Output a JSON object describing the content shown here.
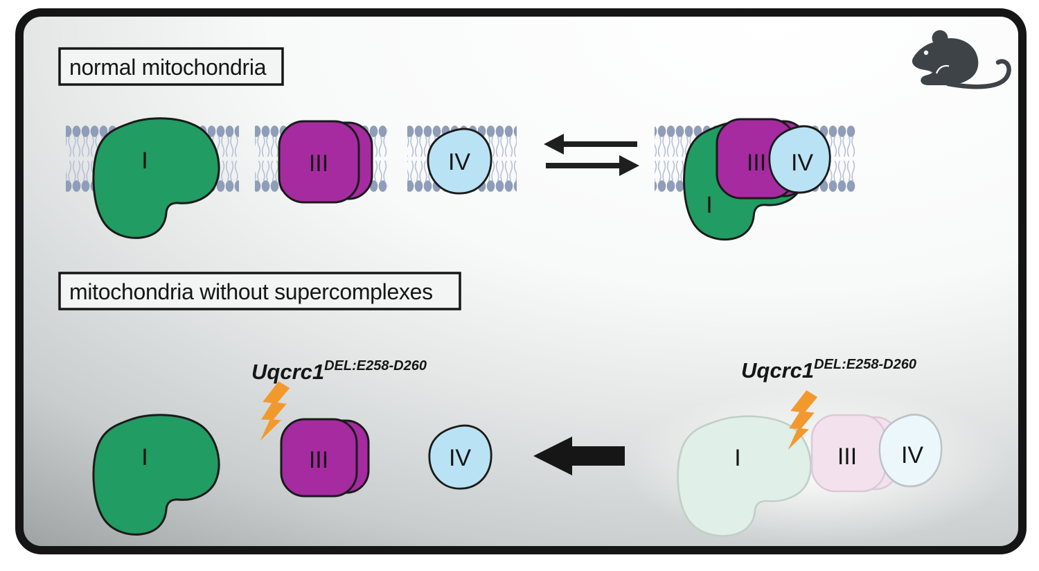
{
  "labels": {
    "panel_normal": "normal mitochondria",
    "panel_mutant": "mitochondria without supercomplexes",
    "complex_i": "I",
    "complex_iii": "III",
    "complex_iv": "IV",
    "mutation_gene": "Uqcrc1",
    "mutation_allele": "DEL:E258-D260"
  },
  "icons": {
    "mouse": "mouse-icon",
    "lightning": "lightning-bolt-icon",
    "equilibrium": "equilibrium-arrows",
    "dissociation": "left-block-arrow"
  },
  "palette": {
    "complex_i": "#219c62",
    "complex_iii": "#a62ba0",
    "complex_iv": "#b9e3f4",
    "complex_i_faded": "#e0efe7",
    "complex_iii_faded": "#f3e2ee",
    "complex_iv_faded": "#ecf7fb",
    "membrane_head": "#8f9db8",
    "membrane_tail": "#b6c0d5",
    "lightning": "#f2992e",
    "outline": "#1a1a1a",
    "mouse": "#3e4347"
  }
}
